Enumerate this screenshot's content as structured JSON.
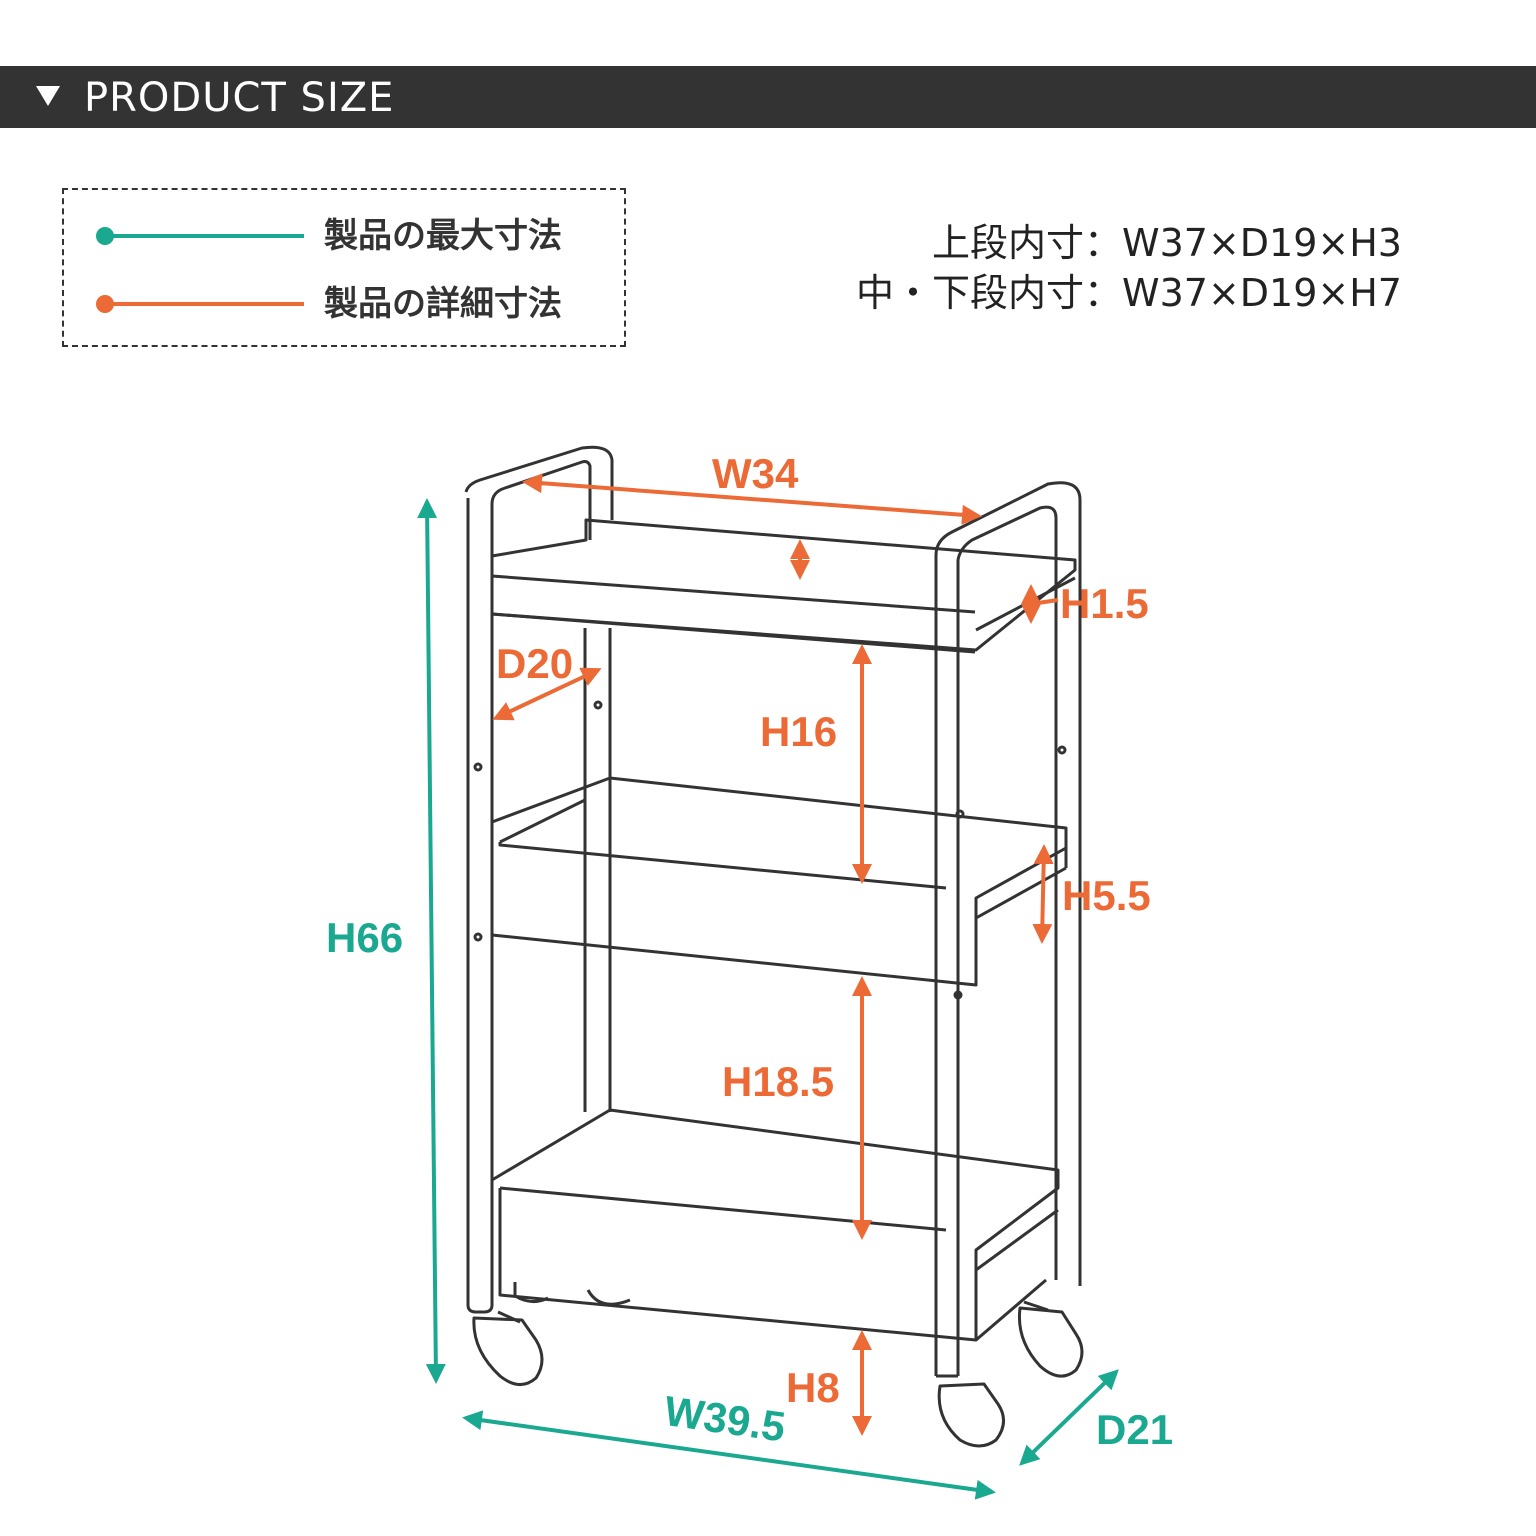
{
  "header": {
    "title": "PRODUCT SIZE"
  },
  "legend": {
    "items": [
      {
        "label": "製品の最大寸法",
        "color": "#1aa890"
      },
      {
        "label": "製品の詳細寸法",
        "color": "#ec6a36"
      }
    ]
  },
  "inner_dimensions": {
    "upper": "上段内寸：W37×D19×H3",
    "middle_lower": "中・下段内寸：W37×D19×H7"
  },
  "dimensions": {
    "max": {
      "height": "H66",
      "width": "W39.5",
      "depth": "D21"
    },
    "detail": {
      "top_width": "W34",
      "top_rim": "H1.5",
      "top_depth": "D20",
      "upper_gap": "H16",
      "middle_rim": "H5.5",
      "lower_gap": "H18.5",
      "ground_clearance": "H8"
    }
  },
  "colors": {
    "max": "#1aa890",
    "detail": "#ec6a36",
    "line": "#333333"
  }
}
